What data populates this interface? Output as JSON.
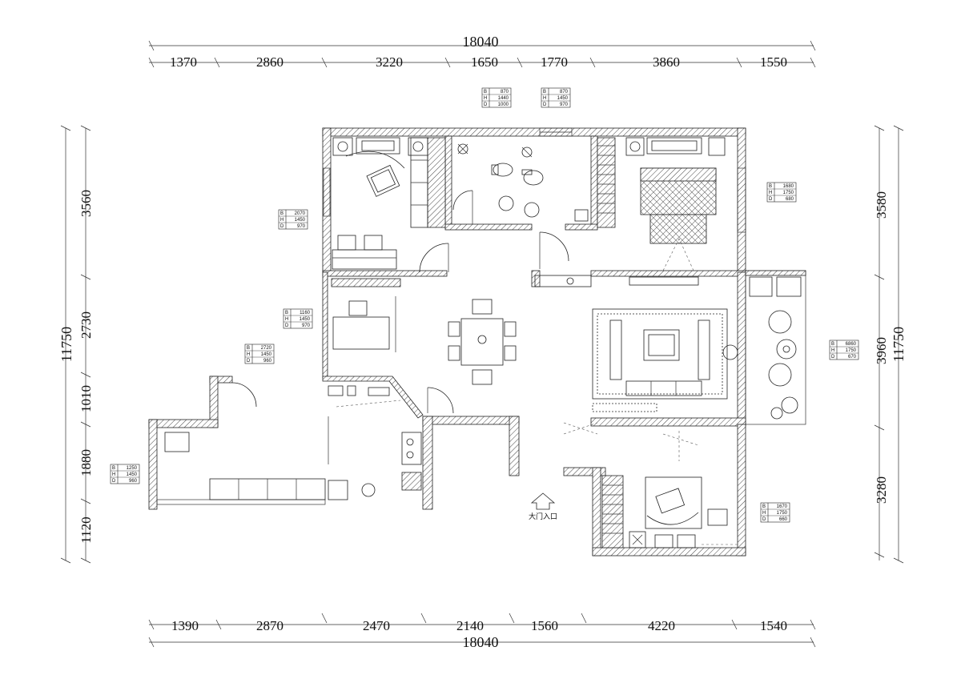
{
  "dimensions": {
    "top_total": "18040",
    "top_segments": [
      "1370",
      "2860",
      "3220",
      "1650",
      "1770",
      "3860",
      "1550"
    ],
    "bottom_total": "18040",
    "bottom_segments": [
      "1390",
      "2870",
      "2470",
      "2140",
      "1560",
      "4220",
      "1540"
    ],
    "left_total": "11750",
    "left_segments": [
      "3560",
      "2730",
      "1010",
      "1880",
      "1120"
    ],
    "right_total": "11750",
    "right_segments": [
      "3580",
      "3960",
      "3280"
    ]
  },
  "spec_tags": [
    {
      "rows": [
        [
          "B",
          "870"
        ],
        [
          "H",
          "1440"
        ],
        [
          "D",
          "1000"
        ]
      ]
    },
    {
      "rows": [
        [
          "B",
          "870"
        ],
        [
          "H",
          "1450"
        ],
        [
          "D",
          "970"
        ]
      ]
    },
    {
      "rows": [
        [
          "B",
          "2070"
        ],
        [
          "H",
          "1450"
        ],
        [
          "D",
          "970"
        ]
      ]
    },
    {
      "rows": [
        [
          "B",
          "1680"
        ],
        [
          "H",
          "1750"
        ],
        [
          "D",
          "680"
        ]
      ]
    },
    {
      "rows": [
        [
          "B",
          "1160"
        ],
        [
          "H",
          "1450"
        ],
        [
          "D",
          "970"
        ]
      ]
    },
    {
      "rows": [
        [
          "B",
          "2720"
        ],
        [
          "H",
          "1450"
        ],
        [
          "D",
          "960"
        ]
      ]
    },
    {
      "rows": [
        [
          "B",
          "6860"
        ],
        [
          "H",
          "1750"
        ],
        [
          "D",
          "670"
        ]
      ]
    },
    {
      "rows": [
        [
          "B",
          "1250"
        ],
        [
          "H",
          "1450"
        ],
        [
          "D",
          "960"
        ]
      ]
    },
    {
      "rows": [
        [
          "B",
          "1670"
        ],
        [
          "H",
          "1750"
        ],
        [
          "D",
          "660"
        ]
      ]
    }
  ],
  "entrance_label": "大门入口"
}
